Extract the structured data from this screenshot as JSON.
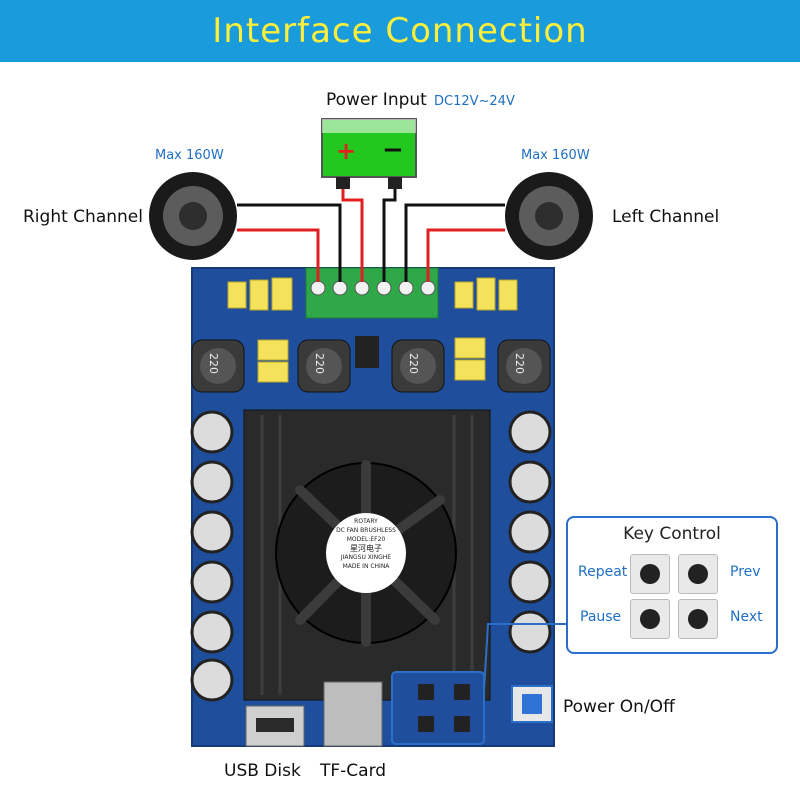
{
  "header": {
    "title": "Interface Connection"
  },
  "power": {
    "label": "Power Input",
    "voltage": "DC12V~24V",
    "plus": "+",
    "minus": "−"
  },
  "speakers": {
    "right": {
      "label": "Right Channel",
      "max": "Max 160W"
    },
    "left": {
      "label": "Left Channel",
      "max": "Max 160W"
    }
  },
  "key_control": {
    "title": "Key Control",
    "repeat": "Repeat",
    "prev": "Prev",
    "pause": "Pause",
    "next": "Next"
  },
  "power_switch": {
    "label": "Power On/Off"
  },
  "ports": {
    "usb": "USB Disk",
    "tf": "TF-Card"
  },
  "board": {
    "inductor": "220",
    "fan_lines": [
      "ROTARY",
      "DC FAN BRUSHLESS",
      "MODEL:EF20",
      "星河电子",
      "JIANGSU XINGHE",
      "MADE IN CHINA"
    ]
  },
  "colors": {
    "banner": "#1a9bdc",
    "banner_text": "#ffef3a",
    "battery": "#22c81e",
    "pcb": "#1f4f9c",
    "terminal": "#2fa84a"
  }
}
